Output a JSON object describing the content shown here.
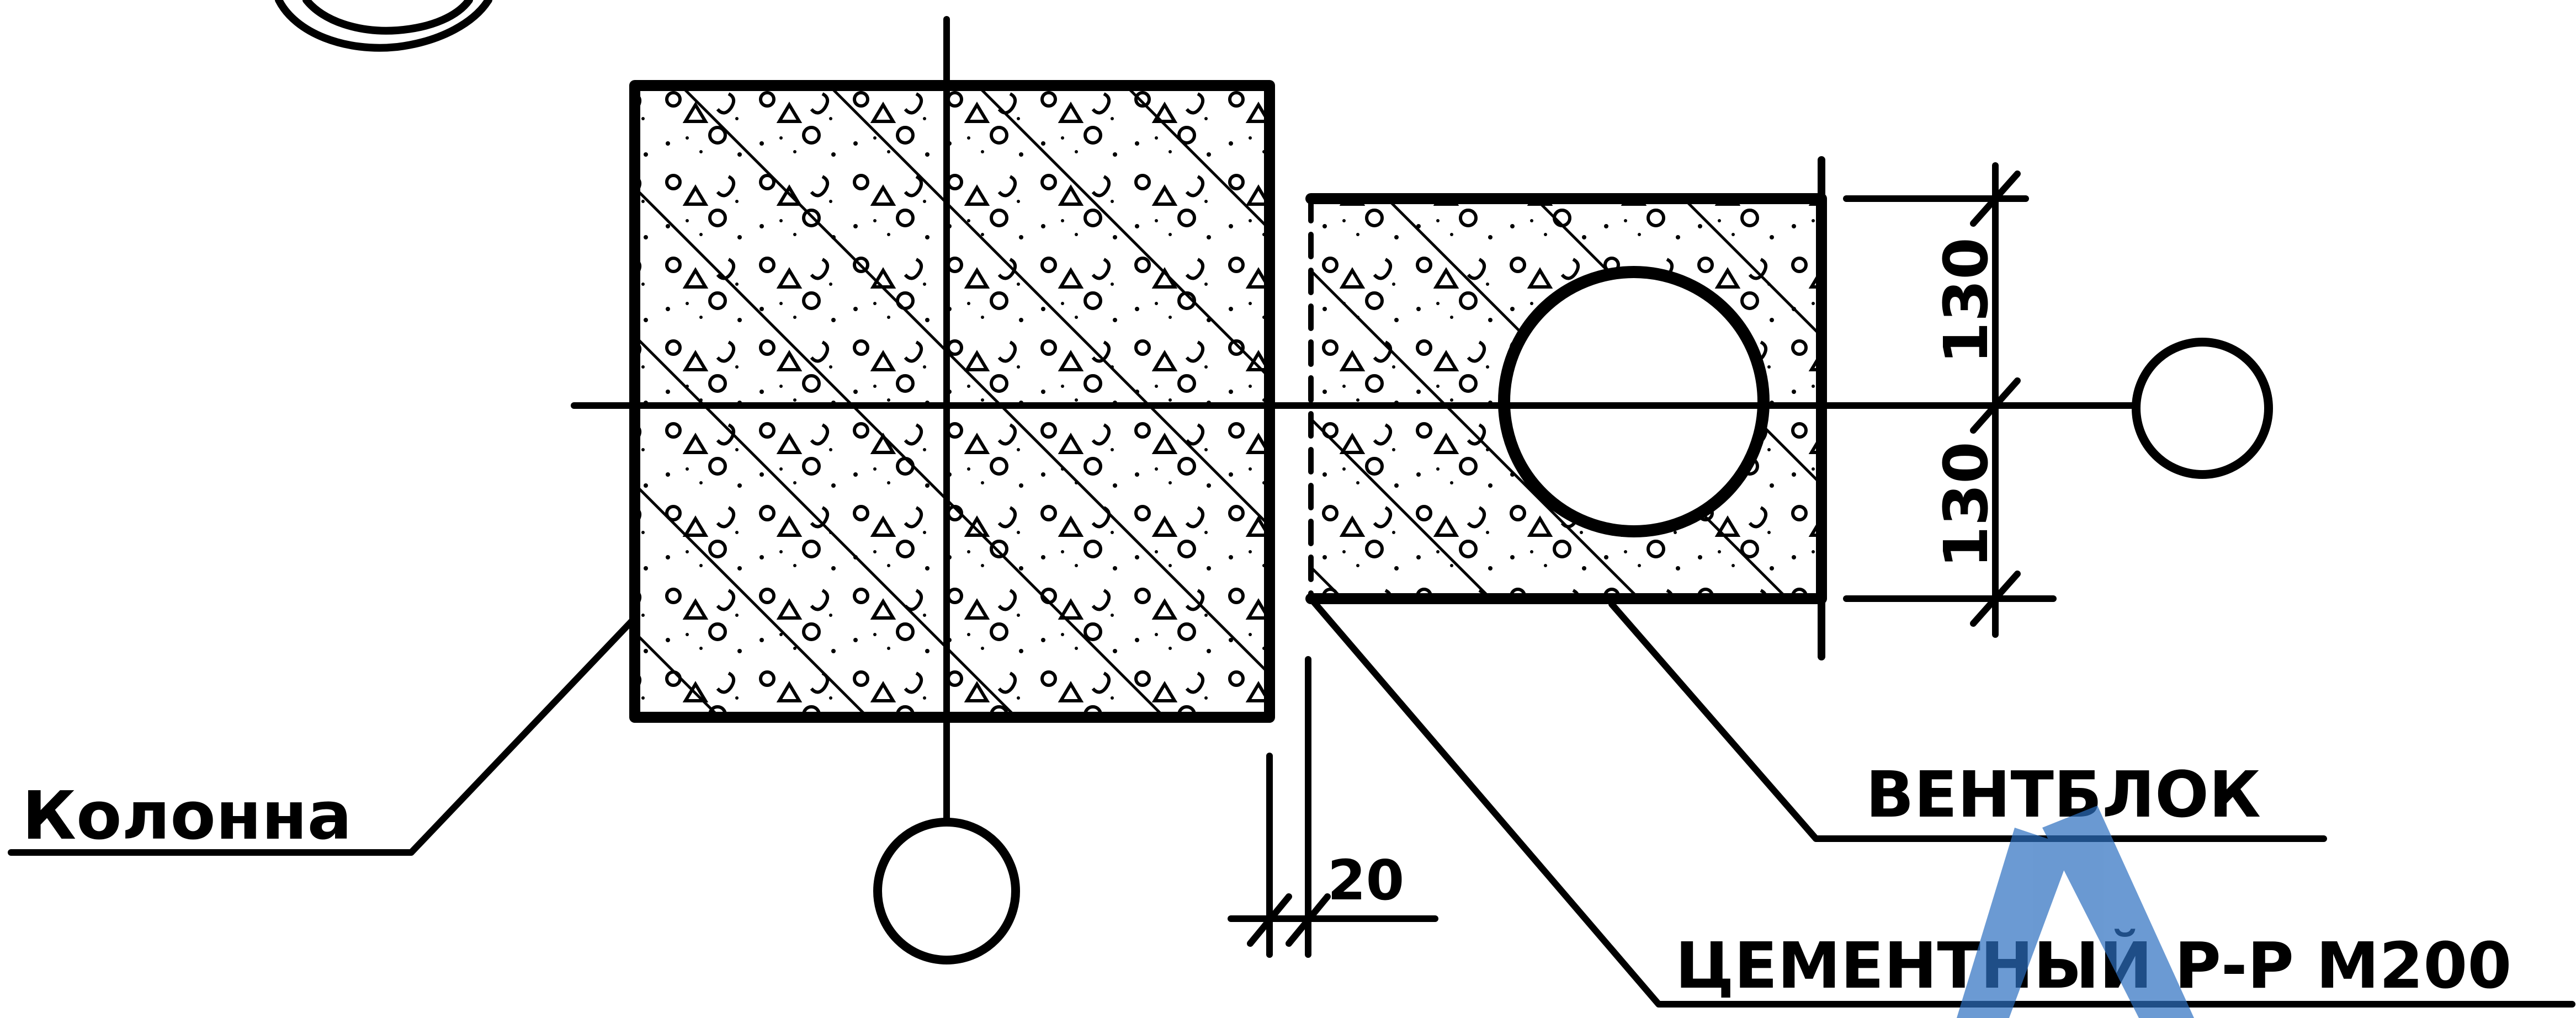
{
  "labels": {
    "column": "Колонна",
    "vent_block": "ВЕНТБЛОК",
    "cement_mortar": "ЦЕМЕНТНЫЙ Р-Р М200"
  },
  "dimensions": {
    "upper_half": "130",
    "lower_half": "130",
    "gap": "20"
  },
  "colors": {
    "ink": "#000000",
    "watermark": "#2c6fc0"
  }
}
